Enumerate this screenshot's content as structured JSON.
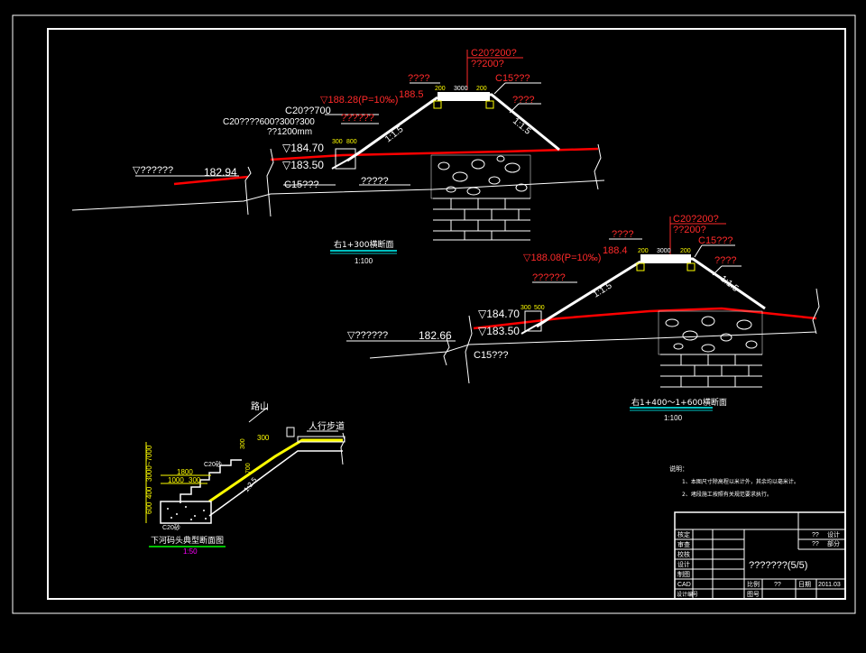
{
  "colors": {
    "background": "#000000",
    "frame": "#ffffff",
    "text": "#ffffff",
    "ground": "#ff0000",
    "embankment": "#ffffff",
    "annotation_red": "#ff2a2a",
    "yellow": "#ffff00",
    "green": "#00c000",
    "cyan": "#00c0c0",
    "magenta": "#ff00ff"
  },
  "section1": {
    "top_note_1": "C20?200?",
    "top_note_2": "??200?",
    "label_road": "????",
    "label_c15": "C15???",
    "label_right": "????",
    "slope_right": "1:1.5",
    "slope_left": "1:1.5",
    "elev_top": "188.5",
    "elev_flood": "▽188.28(P=10‰)",
    "c20_700": "C20??700",
    "label_left": "??????",
    "c20_600": "C20????600?300?300",
    "thick_1200": "??1200mm",
    "dim_top_1": "200",
    "dim_top_2": "3000",
    "dim_top_3": "200",
    "dim_ditch_1": "300",
    "dim_ditch_2": "800",
    "elev_18470": "▽184.70",
    "elev_18350": "▽183.50",
    "c15_ditch": "C15???",
    "label_ditch_right": "?????",
    "water_label": "▽??????",
    "water_elev": "182.94",
    "caption": "右1+300横断面",
    "scale": "1:100"
  },
  "section2": {
    "top_note_1": "C20?200?",
    "top_note_2": "??200?",
    "label_road": "????",
    "label_c15": "C15???",
    "label_right": "????",
    "slope_right": "1:1.5",
    "slope_left": "1:1.5",
    "elev_top": "188.4",
    "elev_flood": "▽188.08(P=10‰)",
    "label_left": "??????",
    "dim_top_1": "200",
    "dim_top_2": "3000",
    "dim_top_3": "200",
    "dim_ditch_1": "300",
    "dim_ditch_2": "500",
    "elev_18470": "▽184.70",
    "elev_18350": "▽183.50",
    "c15_ditch": "C15???",
    "water_label": "▽??????",
    "water_elev": "182.66",
    "caption": "右1+400～1+600横断面",
    "scale": "1:100"
  },
  "detail": {
    "label_path": "路山",
    "label_walkway": "人行步道",
    "dim_vertical": "3000~7000",
    "dim_600": "600",
    "dim_400": "400",
    "dim_1800": "1800",
    "dim_1000": "1000",
    "dim_300a": "300",
    "dim_300b": "300",
    "c20_label": "C20砂",
    "c20_bottom": "C20砂",
    "dim_300c": "300",
    "dim_700": "700",
    "slope": "1:2.5",
    "caption": "下河码头典型断面图",
    "scale": "1:50"
  },
  "notes": {
    "title": "说明：",
    "line1": "1、本图尺寸除高程以米计外，其余均以毫米计。",
    "line2": "2、堵段施工按照有关规范要求执行。"
  },
  "title_block": {
    "rows": [
      "核定",
      "审查",
      "校核",
      "设计",
      "制图",
      "CAD"
    ],
    "bottom_label": "设计编号",
    "right_top_1": "??",
    "right_top_1b": "设计",
    "right_top_2": "??",
    "right_top_2b": "部分",
    "drawing_title": "???????(5/5)",
    "ratio_label": "比例",
    "ratio_value": "??",
    "date_label": "日期",
    "date_value": "2011.03",
    "sheet_label": "图号"
  }
}
